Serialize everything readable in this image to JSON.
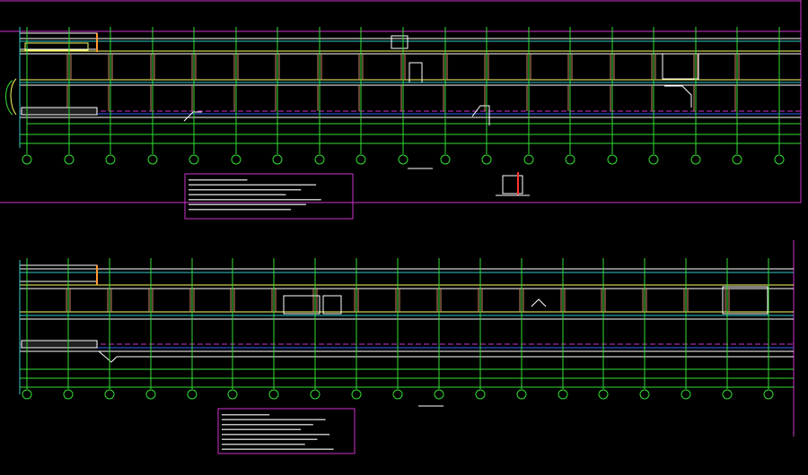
{
  "colors": {
    "background": "#000000",
    "frame": "#cc33cc",
    "axis": "#33dd33",
    "structure": "#ffffff",
    "slab": "#ffff66",
    "column": "#cc8866",
    "cyan": "#33cccc",
    "accent_red": "#ff3333",
    "accent_orange": "#ff9933",
    "accent_blue": "#3366ff"
  },
  "drawings": [
    {
      "name": "elevation-upper",
      "axis_count": 19
    },
    {
      "name": "elevation-lower",
      "axis_count": 19
    }
  ],
  "notes": [
    {
      "name": "notes-box-upper",
      "lines": 7
    },
    {
      "name": "notes-box-lower",
      "lines": 8
    }
  ]
}
